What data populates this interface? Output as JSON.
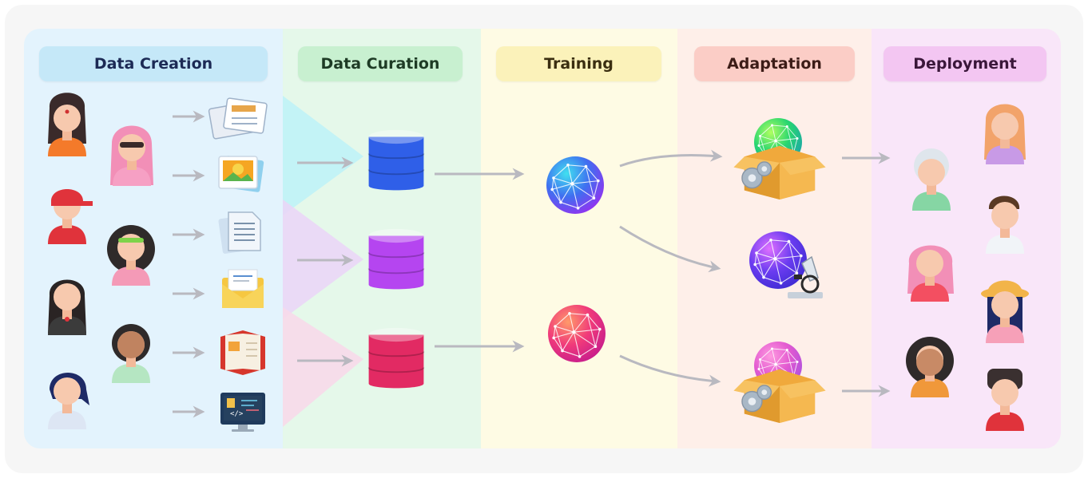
{
  "stages": [
    {
      "label": "Data Creation"
    },
    {
      "label": "Data Curation"
    },
    {
      "label": "Training"
    },
    {
      "label": "Adaptation"
    },
    {
      "label": "Deployment"
    }
  ],
  "icons": {
    "data_sources": [
      "newspaper-icon",
      "photo-icon",
      "document-icon",
      "email-icon",
      "book-icon",
      "code-monitor-icon"
    ],
    "datasets": [
      "database-icon",
      "database-icon",
      "database-icon"
    ],
    "models": [
      "neural-sphere-icon",
      "neural-sphere-icon"
    ],
    "adaptations": [
      "box-gears-icon",
      "microscope-icon",
      "box-gears-icon"
    ],
    "people": [
      "person-icon"
    ]
  },
  "colors": {
    "database_blue": "#2e5de6",
    "database_purple": "#b03ff0",
    "database_red": "#e0245e",
    "arrow": "#b9b9c0"
  }
}
